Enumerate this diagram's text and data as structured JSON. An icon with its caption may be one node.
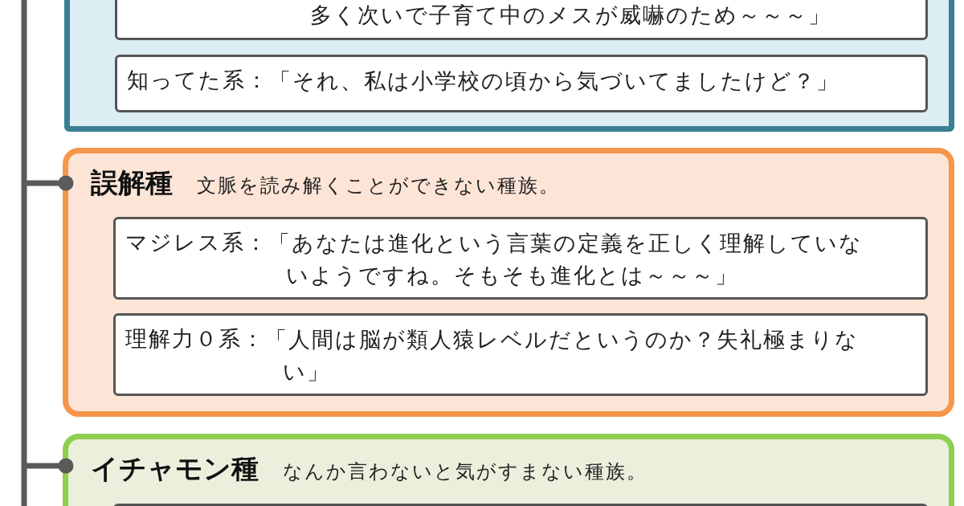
{
  "diagram": {
    "nodes": [
      {
        "text": [],
        "shape": "box"
      },
      {
        "text": [
          "多く次いで子育て中のメスが威嚇のため～～～」"
        ],
        "in": 0
      },
      {
        "text": [
          "知ってた系：",
          "「それ、私は小学校の頃から気づいてましたけど？」"
        ],
        "in": 0
      },
      {
        "text": [
          "誤解種",
          "文脈を読み解くことができない種族。"
        ]
      },
      {
        "text": [
          "マジレス系：",
          "「あなたは進化という言葉の定義を正しく理解していないようですね。そもそも進化とは～～～」"
        ],
        "in": 3
      },
      {
        "text": [
          "理解力０系：",
          "「人間は脳が類人猿レベルだというのか？失礼極まりない」"
        ],
        "in": 3
      },
      {
        "text": [
          "イチャモン種",
          "なんか言わないと気がすまない種族。"
        ]
      },
      {
        "text": [],
        "shape": "box",
        "in": 6
      }
    ],
    "edges": [
      {
        "from": null,
        "to": 3,
        "arrow": "other"
      },
      {
        "from": null,
        "to": 6,
        "arrow": "other"
      }
    ]
  }
}
